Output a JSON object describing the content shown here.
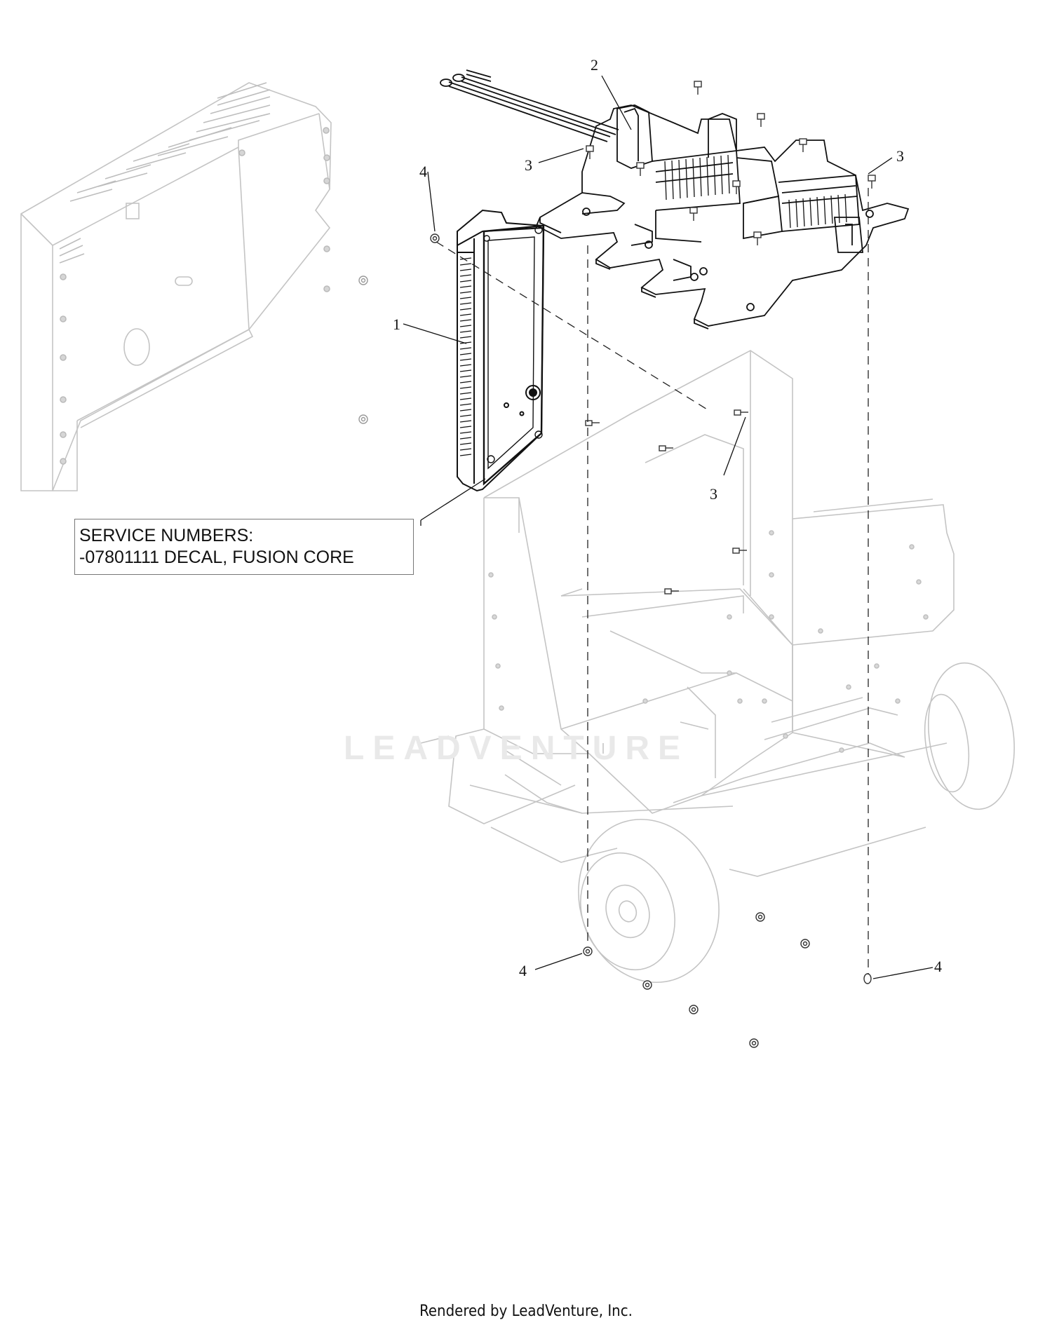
{
  "diagram": {
    "callouts": [
      "1",
      "2",
      "3",
      "3",
      "3",
      "4",
      "4",
      "4"
    ],
    "service_note": {
      "heading": "SERVICE NUMBERS:",
      "line": "-07801111 DECAL, FUSION CORE"
    },
    "watermark": "LEADVENTURE",
    "footer": "Rendered by LeadVenture, Inc."
  }
}
